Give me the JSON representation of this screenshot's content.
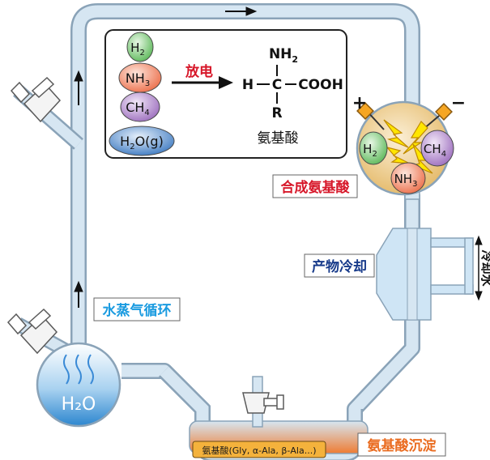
{
  "title": "Miller-Urey experiment apparatus",
  "gases": {
    "h2": "H",
    "h2_sub": "2",
    "nh3": "NH",
    "nh3_sub": "3",
    "ch4": "CH",
    "ch4_sub": "4",
    "h2o": "H",
    "h2o_sub": "2",
    "h2o_tail": "O(g)"
  },
  "reaction": {
    "arrow_label": "放电",
    "nh2": "NH",
    "nh2_sub": "2",
    "backbone_h": "H",
    "backbone_c": "C",
    "backbone_cooh": "COOH",
    "backbone_r": "R",
    "product_name": "氨基酸"
  },
  "flask": {
    "plus": "+",
    "minus": "−",
    "ch4": "CH",
    "ch4_sub": "4",
    "h2": "H",
    "h2_sub": "2",
    "nh3": "NH",
    "nh3_sub": "3"
  },
  "labels": {
    "synthesis": "合成氨基酸",
    "cooling": "产物冷却",
    "cooling_water": "冷却水",
    "vapor_cycle": "水蒸气循环",
    "precipitation": "氨基酸沉淀",
    "water_flask": "H₂O",
    "trap_content": "氨基酸(Gly, α-Ala, β-Ala...)"
  },
  "colors": {
    "tube_fill": "#d6e6f2",
    "tube_edge": "#8aa3b8",
    "label_red": "#d7182a",
    "label_blue": "#1a9be0",
    "label_navy": "#173a8a",
    "label_orange": "#ea6b1f",
    "h2_green": "#7fcc7c",
    "nh3_orange": "#f08a6e",
    "ch4_purple": "#b48fcc",
    "h2o_blue": "#3f7fc4",
    "flask_tan": "#f1d59c"
  }
}
